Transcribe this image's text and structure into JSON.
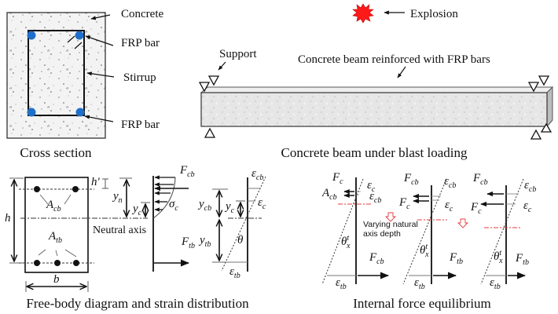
{
  "cross_section": {
    "labels": {
      "concrete": "Concrete",
      "frp_bar_top": "FRP bar",
      "stirrup": "Stirrup",
      "frp_bar_bottom": "FRP bar"
    },
    "caption": "Cross section",
    "bar_color": "#1f6fc8"
  },
  "beam": {
    "explosion_label": "Explosion",
    "support_label": "Support",
    "beam_label": "Concrete beam reinforced with FRP bars",
    "caption": "Concrete beam under blast loading",
    "explosion_color": "#ff1a1a"
  },
  "free_body": {
    "caption": "Free-body diagram and strain distribution",
    "h": "h",
    "h_prime": "h'",
    "b": "b",
    "y_n": "y",
    "y_n_sub": "n",
    "y_c": "y",
    "y_c_sub": "c",
    "A_cb": "A",
    "A_cb_sub": "cb",
    "A_tb": "A",
    "A_tb_sub": "tb",
    "neutral_axis": "Neutral axis",
    "F_cb": "F",
    "F_cb_sub": "cb",
    "F_tb": "F",
    "F_tb_sub": "tb",
    "sigma_c": "σ",
    "sigma_c_sub": "c",
    "y_cb": "y",
    "y_cb_sub": "cb",
    "y_tb": "y",
    "y_tb_sub": "tb",
    "y_c2": "y",
    "y_c2_sub": "c",
    "eps_cb": "ε",
    "eps_cb_sub": "cb",
    "eps_c": "ε",
    "eps_c_sub": "c",
    "eps_tb": "ε",
    "eps_tb_sub": "tb",
    "theta": "θ"
  },
  "equilibrium": {
    "caption": "Internal force equilibrium",
    "varying_label_line1": "Varying natural",
    "varying_label_line2": "axis depth",
    "neutral_line_color": "#e83a3a",
    "panels": [
      {
        "F_top": "F",
        "F_top_sub": "c",
        "A": "A",
        "A_sub": "cb",
        "eps_top": "ε",
        "eps_top_sub": "c",
        "eps_mid": "ε",
        "eps_mid_sub": "cb",
        "theta": "θ",
        "theta_sup": "t",
        "theta_sub": "x",
        "F_bot": "F",
        "F_bot_sub": "cb",
        "eps_bot": "ε",
        "eps_bot_sub": "tb"
      },
      {
        "F_top": "F",
        "F_top_sub": "cb",
        "F_mid": "F",
        "F_mid_sub": "c",
        "eps_top": "ε",
        "eps_top_sub": "cb",
        "eps_mid": "ε",
        "eps_mid_sub": "c",
        "theta": "θ",
        "theta_sup": "t",
        "theta_sub": "x",
        "F_bot": "F",
        "F_bot_sub": "tb",
        "eps_bot": "ε",
        "eps_bot_sub": "tb"
      },
      {
        "F_top": "F",
        "F_top_sub": "cb",
        "F_mid": "F",
        "F_mid_sub": "c",
        "eps_top": "ε",
        "eps_top_sub": "cb",
        "eps_mid": "ε",
        "eps_mid_sub": "c",
        "theta": "θ",
        "theta_sup": "t",
        "theta_sub": "x",
        "F_bot": "F",
        "F_bot_sub": "tb",
        "eps_bot": "ε",
        "eps_bot_sub": "tb"
      }
    ]
  }
}
